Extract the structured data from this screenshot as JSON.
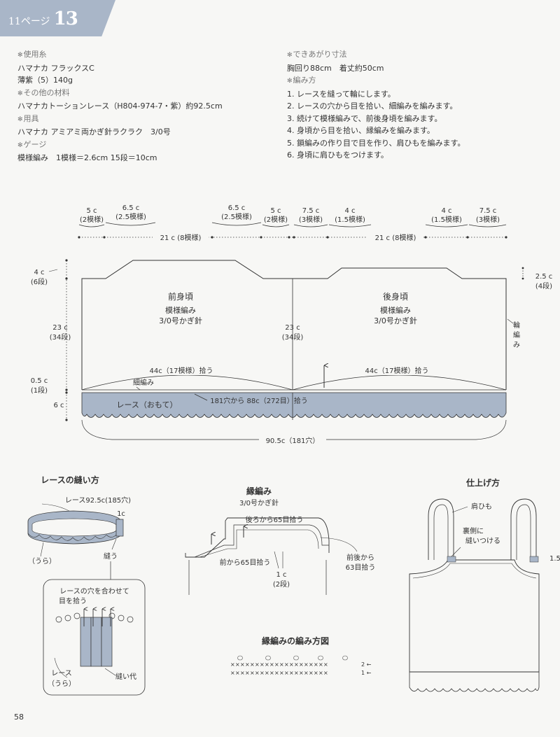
{
  "header": {
    "ref": "11ページ",
    "number": "13"
  },
  "page_number": "58",
  "materials_left": [
    {
      "kind": "h",
      "text": "使用糸"
    },
    {
      "kind": "t",
      "text": "ハマナカ フラックスC"
    },
    {
      "kind": "t",
      "text": "薄紫（5）140g"
    },
    {
      "kind": "h",
      "text": "その他の材料"
    },
    {
      "kind": "t",
      "text": "ハマナカトーションレース（H804-974-7・紫）約92.5cm"
    },
    {
      "kind": "h",
      "text": "用具"
    },
    {
      "kind": "t",
      "text": "ハマナカ アミアミ両かぎ針ラクラク　3/0号"
    },
    {
      "kind": "h",
      "text": "ゲージ"
    },
    {
      "kind": "t",
      "text": "模様編み　1模様＝2.6cm 15段＝10cm"
    }
  ],
  "materials_right": [
    {
      "kind": "h",
      "text": "できあがり寸法"
    },
    {
      "kind": "t",
      "text": "胸回り88cm　着丈約50cm"
    },
    {
      "kind": "h",
      "text": "編み方"
    },
    {
      "kind": "t",
      "text": "1. レースを縫って輪にします。"
    },
    {
      "kind": "t",
      "text": "2. レースの穴から目を拾い、細編みを編みます。"
    },
    {
      "kind": "t",
      "text": "3. 続けて模様編みで、前後身頃を編みます。"
    },
    {
      "kind": "t",
      "text": "4. 身頃から目を拾い、縁編みを編みます。"
    },
    {
      "kind": "t",
      "text": "5. 鎖編みの作り目で目を作り、肩ひもを編みます。"
    },
    {
      "kind": "t",
      "text": "6. 身頃に肩ひもをつけます。"
    }
  ],
  "main": {
    "top_dims": [
      {
        "v": "5 c",
        "s": "(2模様)"
      },
      {
        "v": "6.5 c",
        "s": "(2.5模様)"
      },
      {
        "v": "6.5 c",
        "s": "(2.5模様)"
      },
      {
        "v": "5 c",
        "s": "(2模様)"
      },
      {
        "v": "7.5 c",
        "s": "(3模様)"
      },
      {
        "v": "4 c",
        "s": "(1.5模様)"
      },
      {
        "v": "4 c",
        "s": "(1.5模様)"
      },
      {
        "v": "7.5 c",
        "s": "(3模様)"
      }
    ],
    "span_front": "21 c (8模様)",
    "span_back": "21 c (8模様)",
    "front_title": "前身頃",
    "front_stitch": "模様編み",
    "front_hook": "3/0号かぎ針",
    "back_title": "後身頃",
    "back_stitch": "模様編み",
    "back_hook": "3/0号かぎ針",
    "left_4c": "4 c",
    "left_6dan": "(6段)",
    "left_23c": "23 c",
    "left_34dan": "(34段)",
    "left_05c": "0.5 c",
    "left_1dan": "(1段)",
    "left_6c": "6 c",
    "mid_23c": "23 c",
    "mid_34dan": "(34段)",
    "right_25c": "2.5 c",
    "right_4dan": "(4段)",
    "side_label": "輪編み",
    "pick_front": "44c（17模様）拾う",
    "pick_back": "44c（17模様）拾う",
    "sc_label": "細編み",
    "lace_label": "レース（おもて）",
    "lace_pick": "181穴から 88c（272目）拾う",
    "bottom_width": "90.5c（181穴）"
  },
  "lace_sewing": {
    "title": "レースの縫い方",
    "lace_len": "レース92.5c(185穴)",
    "overlap": "1c",
    "reverse": "（うら）",
    "sew": "縫う",
    "detail1": "レースの穴を合わせて",
    "detail2": "目を拾う",
    "detail_lace": "レース",
    "detail_reverse": "（うら）",
    "seam": "縫い代"
  },
  "edging": {
    "title": "縁編み",
    "hook": "3/0号かぎ針",
    "back_pick": "後ろから65目拾う",
    "front_pick": "前から65目拾う",
    "fb_pick1": "前後から",
    "fb_pick2": "63目拾う",
    "dim": "1 c",
    "dim_rows": "(2段)"
  },
  "edging_chart": {
    "title": "縁編みの編み方図",
    "row1": "××××××××××××××××××××",
    "row2": "××××××××××××××××××××",
    "row_label_2": "2 ←",
    "row_label_1": "1 ←"
  },
  "finish": {
    "title": "仕上げ方",
    "strap": "肩ひも",
    "sew_back1": "裏側に",
    "sew_back2": "縫いつける",
    "dim": "1.5"
  }
}
